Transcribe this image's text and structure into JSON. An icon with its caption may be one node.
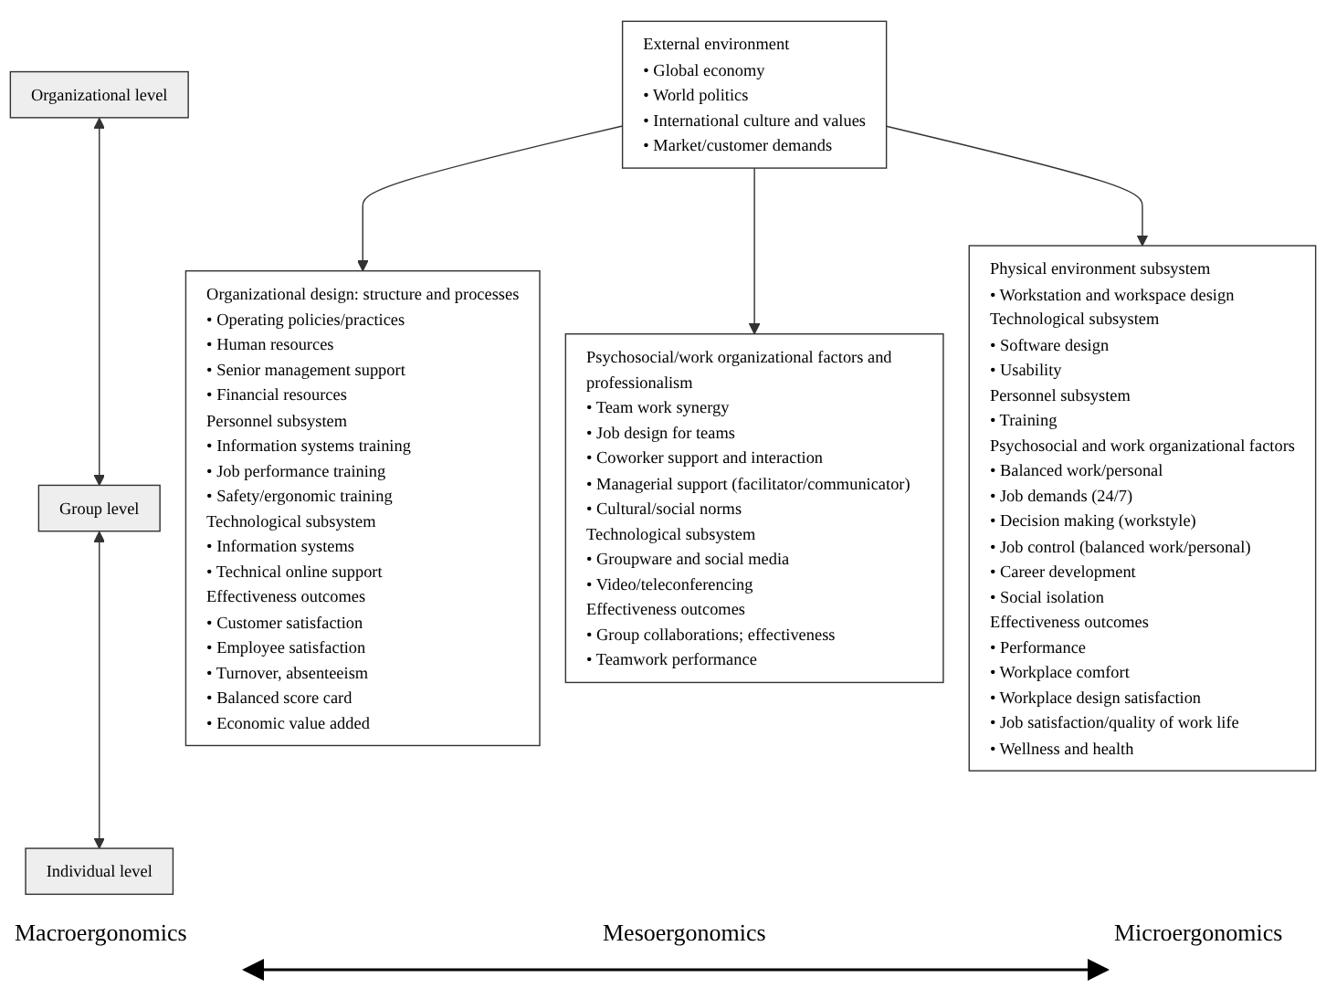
{
  "diagram": {
    "nodes": [
      {
        "text": [
          "Organizational level"
        ]
      },
      {
        "text": [
          "Group level"
        ]
      },
      {
        "text": [
          "Individual level"
        ]
      },
      {
        "text": [
          "Organizational design: structure and processes",
          "• Operating policies/practices",
          "• Human resources",
          "• Senior management support",
          "• Financial resources",
          "Personnel subsystem",
          "• Information systems training",
          "• Job performance training",
          "• Safety/ergonomic training",
          "Technological subsystem",
          "• Information systems",
          "• Technical online support",
          "Effectiveness outcomes",
          "• Customer satisfaction",
          "• Employee satisfaction",
          "• Turnover, absenteeism",
          "• Balanced score card",
          "• Economic value added"
        ]
      },
      {
        "text": [
          "Psychosocial/work organizational factors and professionalism",
          "• Team work synergy",
          "• Job design for teams",
          "• Coworker support and interaction",
          "• Managerial support (facilitator/communicator)",
          "• Cultural/social norms",
          "Technological subsystem",
          "• Groupware and social media",
          "• Video/teleconferencing",
          "Effectiveness outcomes",
          "• Group collaborations; effectiveness",
          "• Teamwork performance"
        ]
      },
      {
        "text": [
          "Physical environment subsystem",
          "• Workstation and workspace design",
          "Technological subsystem",
          "• Software design",
          "• Usability",
          "Personnel subsystem",
          "• Training",
          "Psychosocial and work organizational factors",
          "• Balanced work/personal",
          "• Job demands (24/7)",
          "• Decision making (workstyle)",
          "• Job control (balanced work/personal)",
          "• Career development",
          "• Social isolation",
          "Effectiveness outcomes",
          "• Performance",
          "• Workplace comfort",
          "• Workplace design satisfaction",
          "• Job satisfaction/quality of work life",
          "• Wellness and health"
        ]
      },
      {
        "text": [
          "External environment",
          "• Global economy",
          "• World politics",
          "• International culture and values",
          "• Market/customer demands"
        ]
      }
    ],
    "edges": [
      {
        "from": 0,
        "to": 1,
        "arrow": "both"
      },
      {
        "from": 1,
        "to": 2,
        "arrow": "both"
      },
      {
        "from": 6,
        "to": 4,
        "arrow": "to"
      },
      {
        "from": 6,
        "to": 3,
        "arrow": "to"
      },
      {
        "from": 6,
        "to": 5,
        "arrow": "to"
      }
    ],
    "labels": [
      "Macroergonomics",
      "Mesoergonomics",
      "Microergonomics"
    ]
  }
}
